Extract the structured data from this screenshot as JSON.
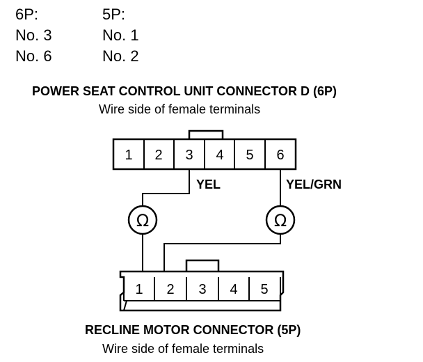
{
  "pin_table": {
    "col1_header": "6P:",
    "col2_header": "5P:",
    "rows": [
      {
        "left": "No. 3",
        "right": "No. 1"
      },
      {
        "left": "No. 6",
        "right": "No. 2"
      }
    ]
  },
  "top_connector": {
    "title": "POWER SEAT CONTROL UNIT CONNECTOR D (6P)",
    "subtitle": "Wire side of female terminals",
    "pins": [
      "1",
      "2",
      "3",
      "4",
      "5",
      "6"
    ]
  },
  "wires": {
    "left_label": "YEL",
    "right_label": "YEL/GRN"
  },
  "meters": {
    "left_symbol": "Ω",
    "right_symbol": "Ω"
  },
  "bottom_connector": {
    "title": "RECLINE MOTOR CONNECTOR (5P)",
    "subtitle": "Wire side of female terminals",
    "pins": [
      "1",
      "2",
      "3",
      "4",
      "5"
    ]
  }
}
